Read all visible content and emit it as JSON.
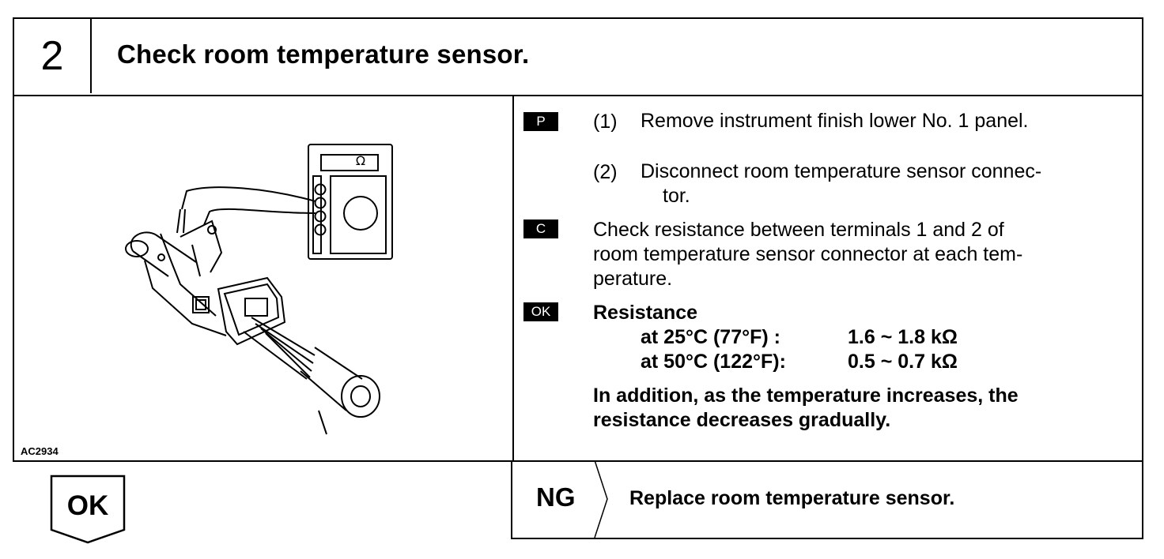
{
  "step": {
    "number": "2",
    "title": "Check room temperature sensor."
  },
  "figure": {
    "id": "AC2934",
    "meter_symbol": "Ω"
  },
  "instructions": {
    "p_badge": "P",
    "item1_num": "(1)",
    "item1_text": "Remove instrument finish lower No. 1 panel.",
    "item2_num": "(2)",
    "item2_line1": "Disconnect room temperature sensor connec-",
    "item2_line2": "tor.",
    "c_badge": "C",
    "check_line1": "Check resistance between terminals 1 and 2 of",
    "check_line2": "room temperature sensor connector at each tem-",
    "check_line3": "perature.",
    "ok_badge": "OK",
    "resistance_label": "Resistance",
    "spec1_temp": "at 25°C (77°F)  :",
    "spec1_value": "1.6 ~ 1.8 kΩ",
    "spec2_temp": "at 50°C (122°F):",
    "spec2_value": "0.5 ~ 0.7 kΩ",
    "note_line1": "In addition, as the temperature increases, the",
    "note_line2": "resistance decreases gradually."
  },
  "result_ok": {
    "label": "OK"
  },
  "result_ng": {
    "label": "NG",
    "text": "Replace room temperature sensor."
  }
}
